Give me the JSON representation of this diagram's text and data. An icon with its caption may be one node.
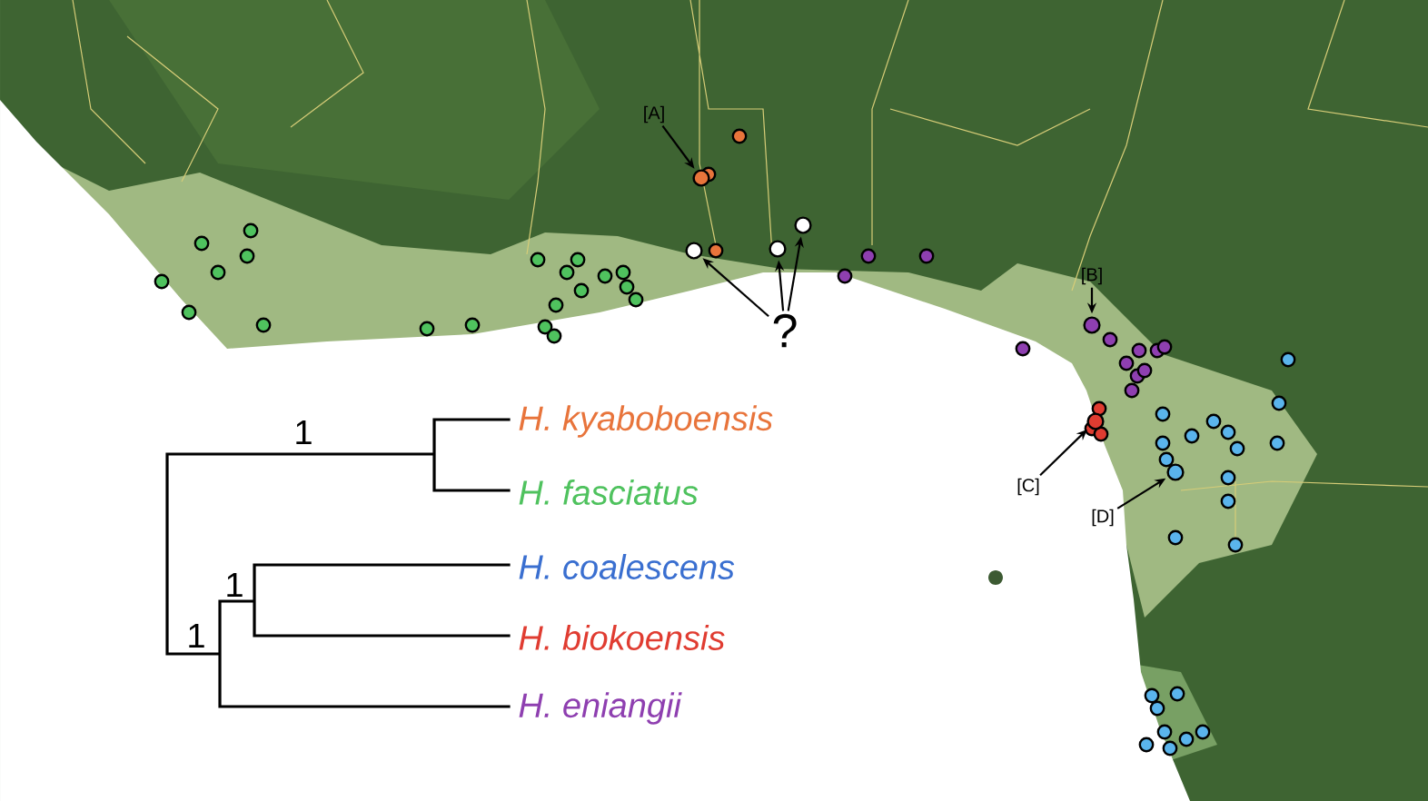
{
  "diagram": {
    "nodes": [
      {
        "text": [
          "[A]"
        ]
      },
      {
        "text": [],
        "shape": "circle"
      },
      {
        "text": [
          "?"
        ]
      },
      {
        "text": [],
        "shape": "circle"
      },
      {
        "text": [],
        "shape": "circle"
      },
      {
        "text": [],
        "shape": "circle"
      },
      {
        "text": [
          "[B]"
        ]
      },
      {
        "text": [],
        "shape": "circle"
      },
      {
        "text": [
          "[C]"
        ]
      },
      {
        "text": [],
        "shape": "circle"
      },
      {
        "text": [
          "[D]"
        ]
      },
      {
        "text": [],
        "shape": "circle"
      }
    ],
    "edges": [
      {
        "from": 0,
        "to": 1,
        "arrow": "to"
      },
      {
        "from": 2,
        "to": 3,
        "arrow": "to"
      },
      {
        "from": 2,
        "to": 4,
        "arrow": "to"
      },
      {
        "from": 2,
        "to": 5,
        "arrow": "to"
      },
      {
        "from": 6,
        "to": 7,
        "arrow": "to"
      },
      {
        "from": 8,
        "to": 9,
        "arrow": "to"
      },
      {
        "from": 10,
        "to": 11,
        "arrow": "to"
      }
    ],
    "labels": [
      "1",
      "H. kyaboboensis",
      "H. fasciatus",
      "1",
      "H. coalescens",
      "1",
      "H. biokoensis",
      "H. eniangii"
    ]
  }
}
